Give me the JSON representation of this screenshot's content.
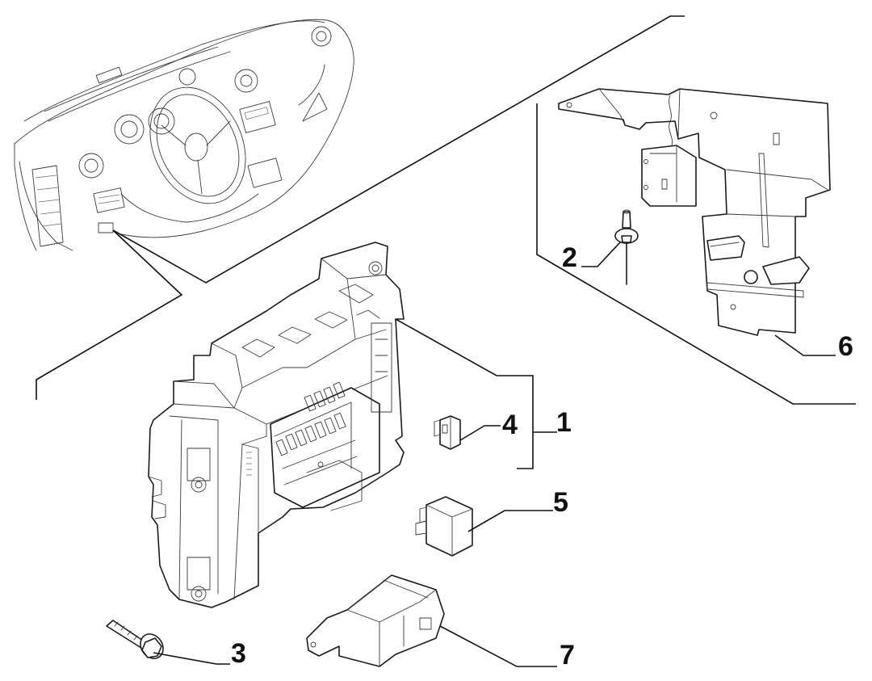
{
  "callouts": [
    {
      "id": "1",
      "label": "1"
    },
    {
      "id": "2",
      "label": "2"
    },
    {
      "id": "3",
      "label": "3"
    },
    {
      "id": "4",
      "label": "4"
    },
    {
      "id": "5",
      "label": "5"
    },
    {
      "id": "6",
      "label": "6"
    },
    {
      "id": "7",
      "label": "7"
    }
  ],
  "parts": [
    {
      "id": "1",
      "name": "body-computer-unit"
    },
    {
      "id": "2",
      "name": "rivet"
    },
    {
      "id": "3",
      "name": "screw"
    },
    {
      "id": "4",
      "name": "fuse"
    },
    {
      "id": "5",
      "name": "relay"
    },
    {
      "id": "6",
      "name": "mounting-bracket"
    },
    {
      "id": "7",
      "name": "relay-with-bracket"
    }
  ]
}
